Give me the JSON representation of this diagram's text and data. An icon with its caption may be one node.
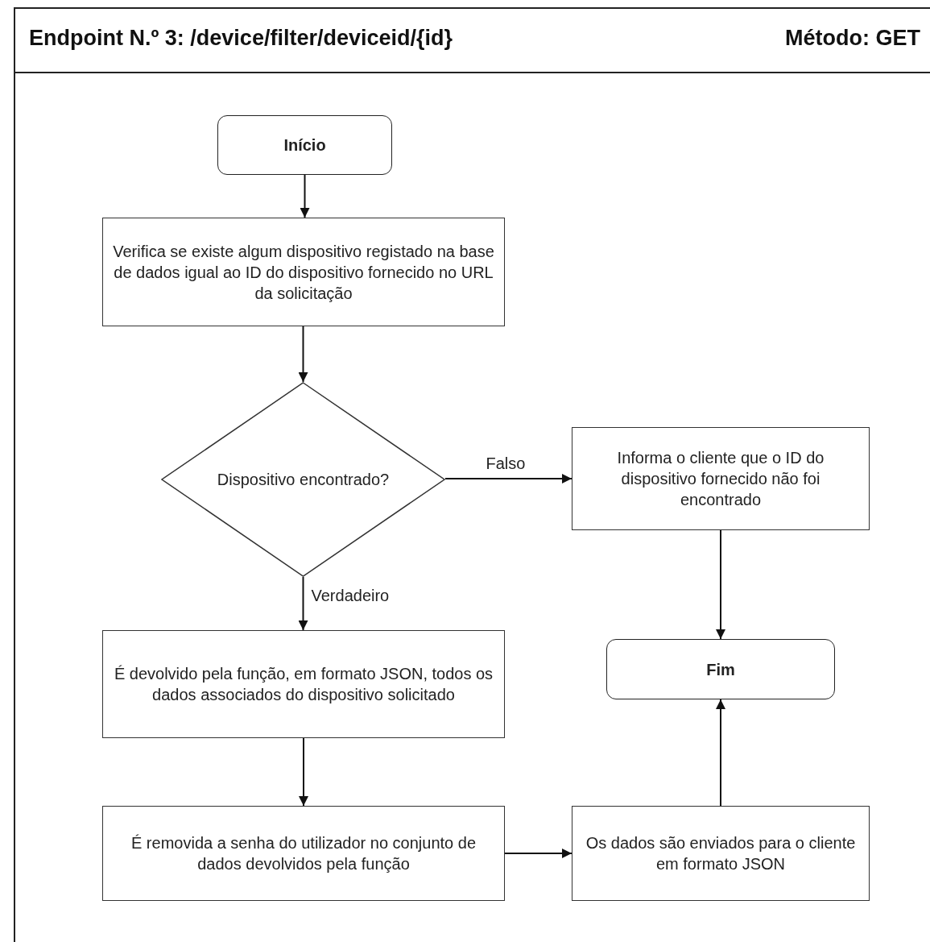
{
  "diagram": {
    "title": "Endpoint N.º 3: /device/filter/deviceid/{id}",
    "nodes": [
      {
        "text": [
          "Início"
        ]
      },
      {
        "text": [
          "Verifica se existe algum dispositivo registado na base de dados igual ao ID do dispositivo fornecido no URL da solicitação"
        ]
      },
      {
        "text": [
          "Dispositivo encontrado?"
        ]
      },
      {
        "text": [
          "Informa o cliente que o ID do dispositivo fornecido não foi encontrado"
        ]
      },
      {
        "text": [
          "É devolvido pela função, em formato JSON, todos os dados associados do dispositivo solicitado"
        ]
      },
      {
        "text": [
          "É removida a senha do utilizador no conjunto de dados devolvidos pela função"
        ]
      },
      {
        "text": [
          "Os dados são enviados para o cliente em formato JSON"
        ]
      },
      {
        "text": [
          "Fim"
        ]
      }
    ],
    "edges": [
      {
        "from": 0,
        "to": 1,
        "arrow": "to"
      },
      {
        "from": 1,
        "to": 2,
        "arrow": "to"
      },
      {
        "from": 2,
        "to": 3,
        "arrow": "to",
        "label": "Falso"
      },
      {
        "from": 2,
        "to": 4,
        "arrow": "to",
        "label": "Verdadeiro"
      },
      {
        "from": 4,
        "to": 5,
        "arrow": "to"
      },
      {
        "from": 5,
        "to": 6,
        "arrow": "to"
      },
      {
        "from": 6,
        "to": 7,
        "arrow": "to"
      },
      {
        "from": 3,
        "to": 7,
        "arrow": "to"
      }
    ],
    "labels": [
      "Método: GET"
    ]
  }
}
